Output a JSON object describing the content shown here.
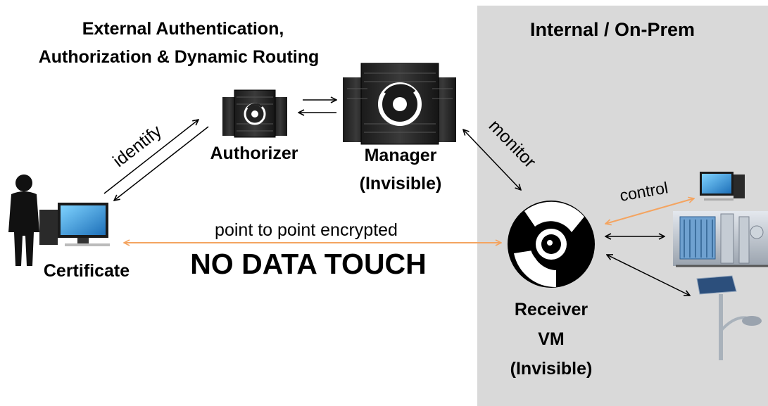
{
  "titles": {
    "external_line1": "External Authentication,",
    "external_line2": "Authorization & Dynamic Routing",
    "internal": "Internal / On-Prem"
  },
  "nodes": {
    "authorizer": "Authorizer",
    "manager_line1": "Manager",
    "manager_line2": "(Invisible)",
    "certificate": "Certificate",
    "receiver_line1": "Receiver",
    "receiver_line2": "VM",
    "receiver_line3": "(Invisible)"
  },
  "edges": {
    "identify": "identify",
    "monitor": "monitor",
    "control": "control",
    "encrypted": "point to point encrypted",
    "no_data_touch": "NO DATA TOUCH"
  },
  "colors": {
    "panel": "#d9d9d9",
    "orange_arrow": "#f4a460",
    "black_arrow": "#000000"
  }
}
